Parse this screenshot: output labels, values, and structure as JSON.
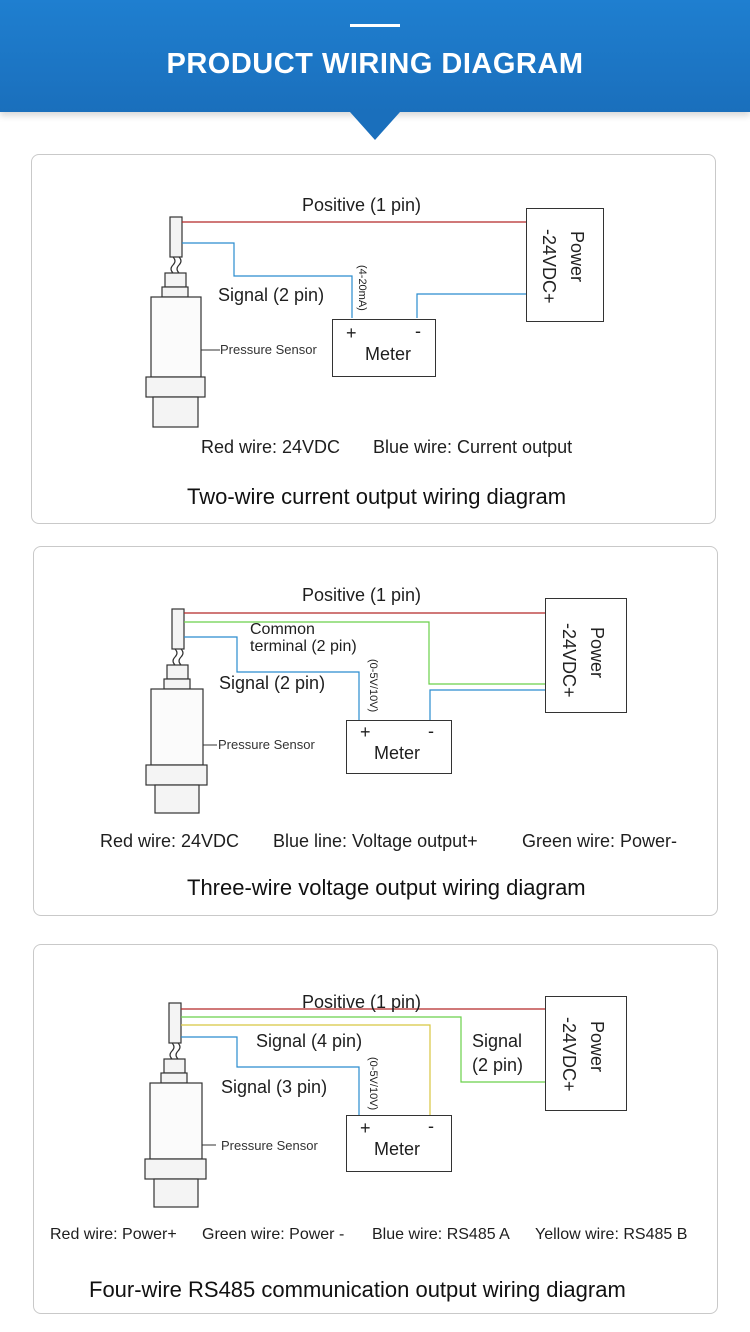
{
  "header": {
    "title": "PRODUCT WIRING DIAGRAM"
  },
  "diagrams": [
    {
      "positive": "Positive (1 pin)",
      "signal": "Signal (2 pin)",
      "range": "(4-20mA)",
      "sensor": "Pressure Sensor",
      "meter": "Meter",
      "plus": "+",
      "minus": "-",
      "power": "Power",
      "vdc": "-24VDC+",
      "legend": [
        "Red wire: 24VDC",
        "Blue wire: Current output"
      ],
      "caption": "Two-wire current output wiring diagram"
    },
    {
      "positive": "Positive (1 pin)",
      "common": "Common",
      "common2": "terminal (2 pin)",
      "signal": "Signal (2 pin)",
      "range": "(0-5V/10V)",
      "sensor": "Pressure Sensor",
      "meter": "Meter",
      "plus": "+",
      "minus": "-",
      "power": "Power",
      "vdc": "-24VDC+",
      "legend": [
        "Red wire: 24VDC",
        "Blue line: Voltage output+",
        "Green wire: Power-"
      ],
      "caption": "Three-wire voltage output wiring diagram"
    },
    {
      "positive": "Positive (1 pin)",
      "signal4": "Signal (4 pin)",
      "signal3": "Signal (3 pin)",
      "signal2a": "Signal",
      "signal2b": "(2 pin)",
      "range": "(0-5V/10V)",
      "sensor": "Pressure Sensor",
      "meter": "Meter",
      "plus": "+",
      "minus": "-",
      "power": "Power",
      "vdc": "-24VDC+",
      "legend": [
        "Red wire: Power+",
        "Green wire: Power -",
        "Blue wire: RS485 A",
        "Yellow wire: RS485 B"
      ],
      "caption": "Four-wire RS485 communication output wiring diagram"
    }
  ],
  "colors": {
    "banner": "#1a6fbc",
    "red_wire": "#b42828",
    "blue_wire": "#2a8ccf",
    "green_wire": "#6ad04a",
    "yellow_wire": "#d8c640"
  }
}
